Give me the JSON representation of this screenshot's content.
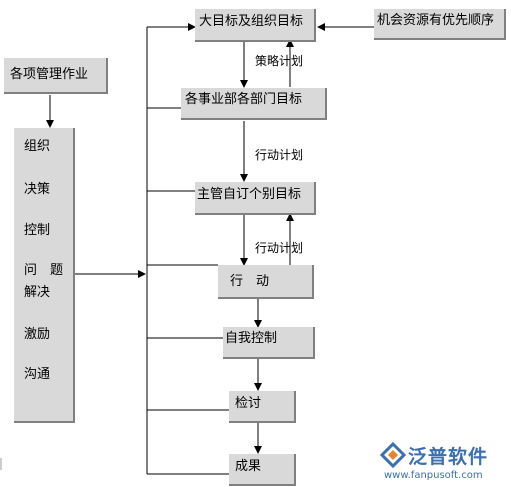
{
  "boxes": {
    "top_goal": "大目标及组织目标",
    "resources": "机会资源有优先顺序",
    "management": "各项管理作业",
    "dept_goal": "各事业部各部门目标",
    "personal_goal": "主管自订个别目标",
    "action": "行　动",
    "self_control": "自我控制",
    "review": "检讨",
    "result": "成果"
  },
  "functions": [
    "组织",
    "决策",
    "控制",
    "问　题",
    "解决",
    "激励",
    "沟通"
  ],
  "plan_labels": {
    "strategy": "策略计划",
    "action_plan_1": "行动计划",
    "action_plan_2": "行动计划"
  },
  "logo": {
    "name": "泛普软件",
    "url": "www.fanpusoft.com"
  },
  "colors": {
    "box_fill": "#d9d9d9",
    "box_shadow": "#808080",
    "line": "#000000",
    "logo_blue": "#3a6fb0",
    "logo_orange": "#e8842c"
  }
}
